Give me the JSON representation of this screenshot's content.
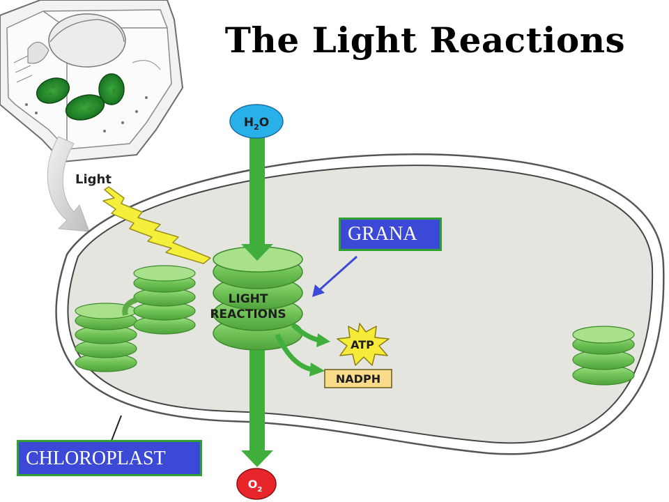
{
  "title": "The Light Reactions",
  "labels": {
    "grana": "GRANA",
    "chloroplast": "CHLOROPLAST"
  },
  "diagram": {
    "light": "Light",
    "h2o": {
      "main": "H",
      "sub": "2",
      "rest": "O"
    },
    "o2": {
      "main": "O",
      "sub": "2"
    },
    "reactions_line1": "LIGHT",
    "reactions_line2": "REACTIONS",
    "atp": "ATP",
    "nadph": "NADPH"
  },
  "colors": {
    "label_box_fill": "#3b49d6",
    "label_box_border": "#2ea12e",
    "stroma": "#e5e5e0",
    "granum": "#79c85a",
    "arrow_green": "#3fae3a",
    "h2o_fill": "#2ab0e8",
    "o2_fill": "#e8252a",
    "lightning": "#f4ef3a",
    "atp_star": "#f6ea3a",
    "nadph_fill": "#f8dc8a",
    "pointer": "#3b49d6"
  }
}
